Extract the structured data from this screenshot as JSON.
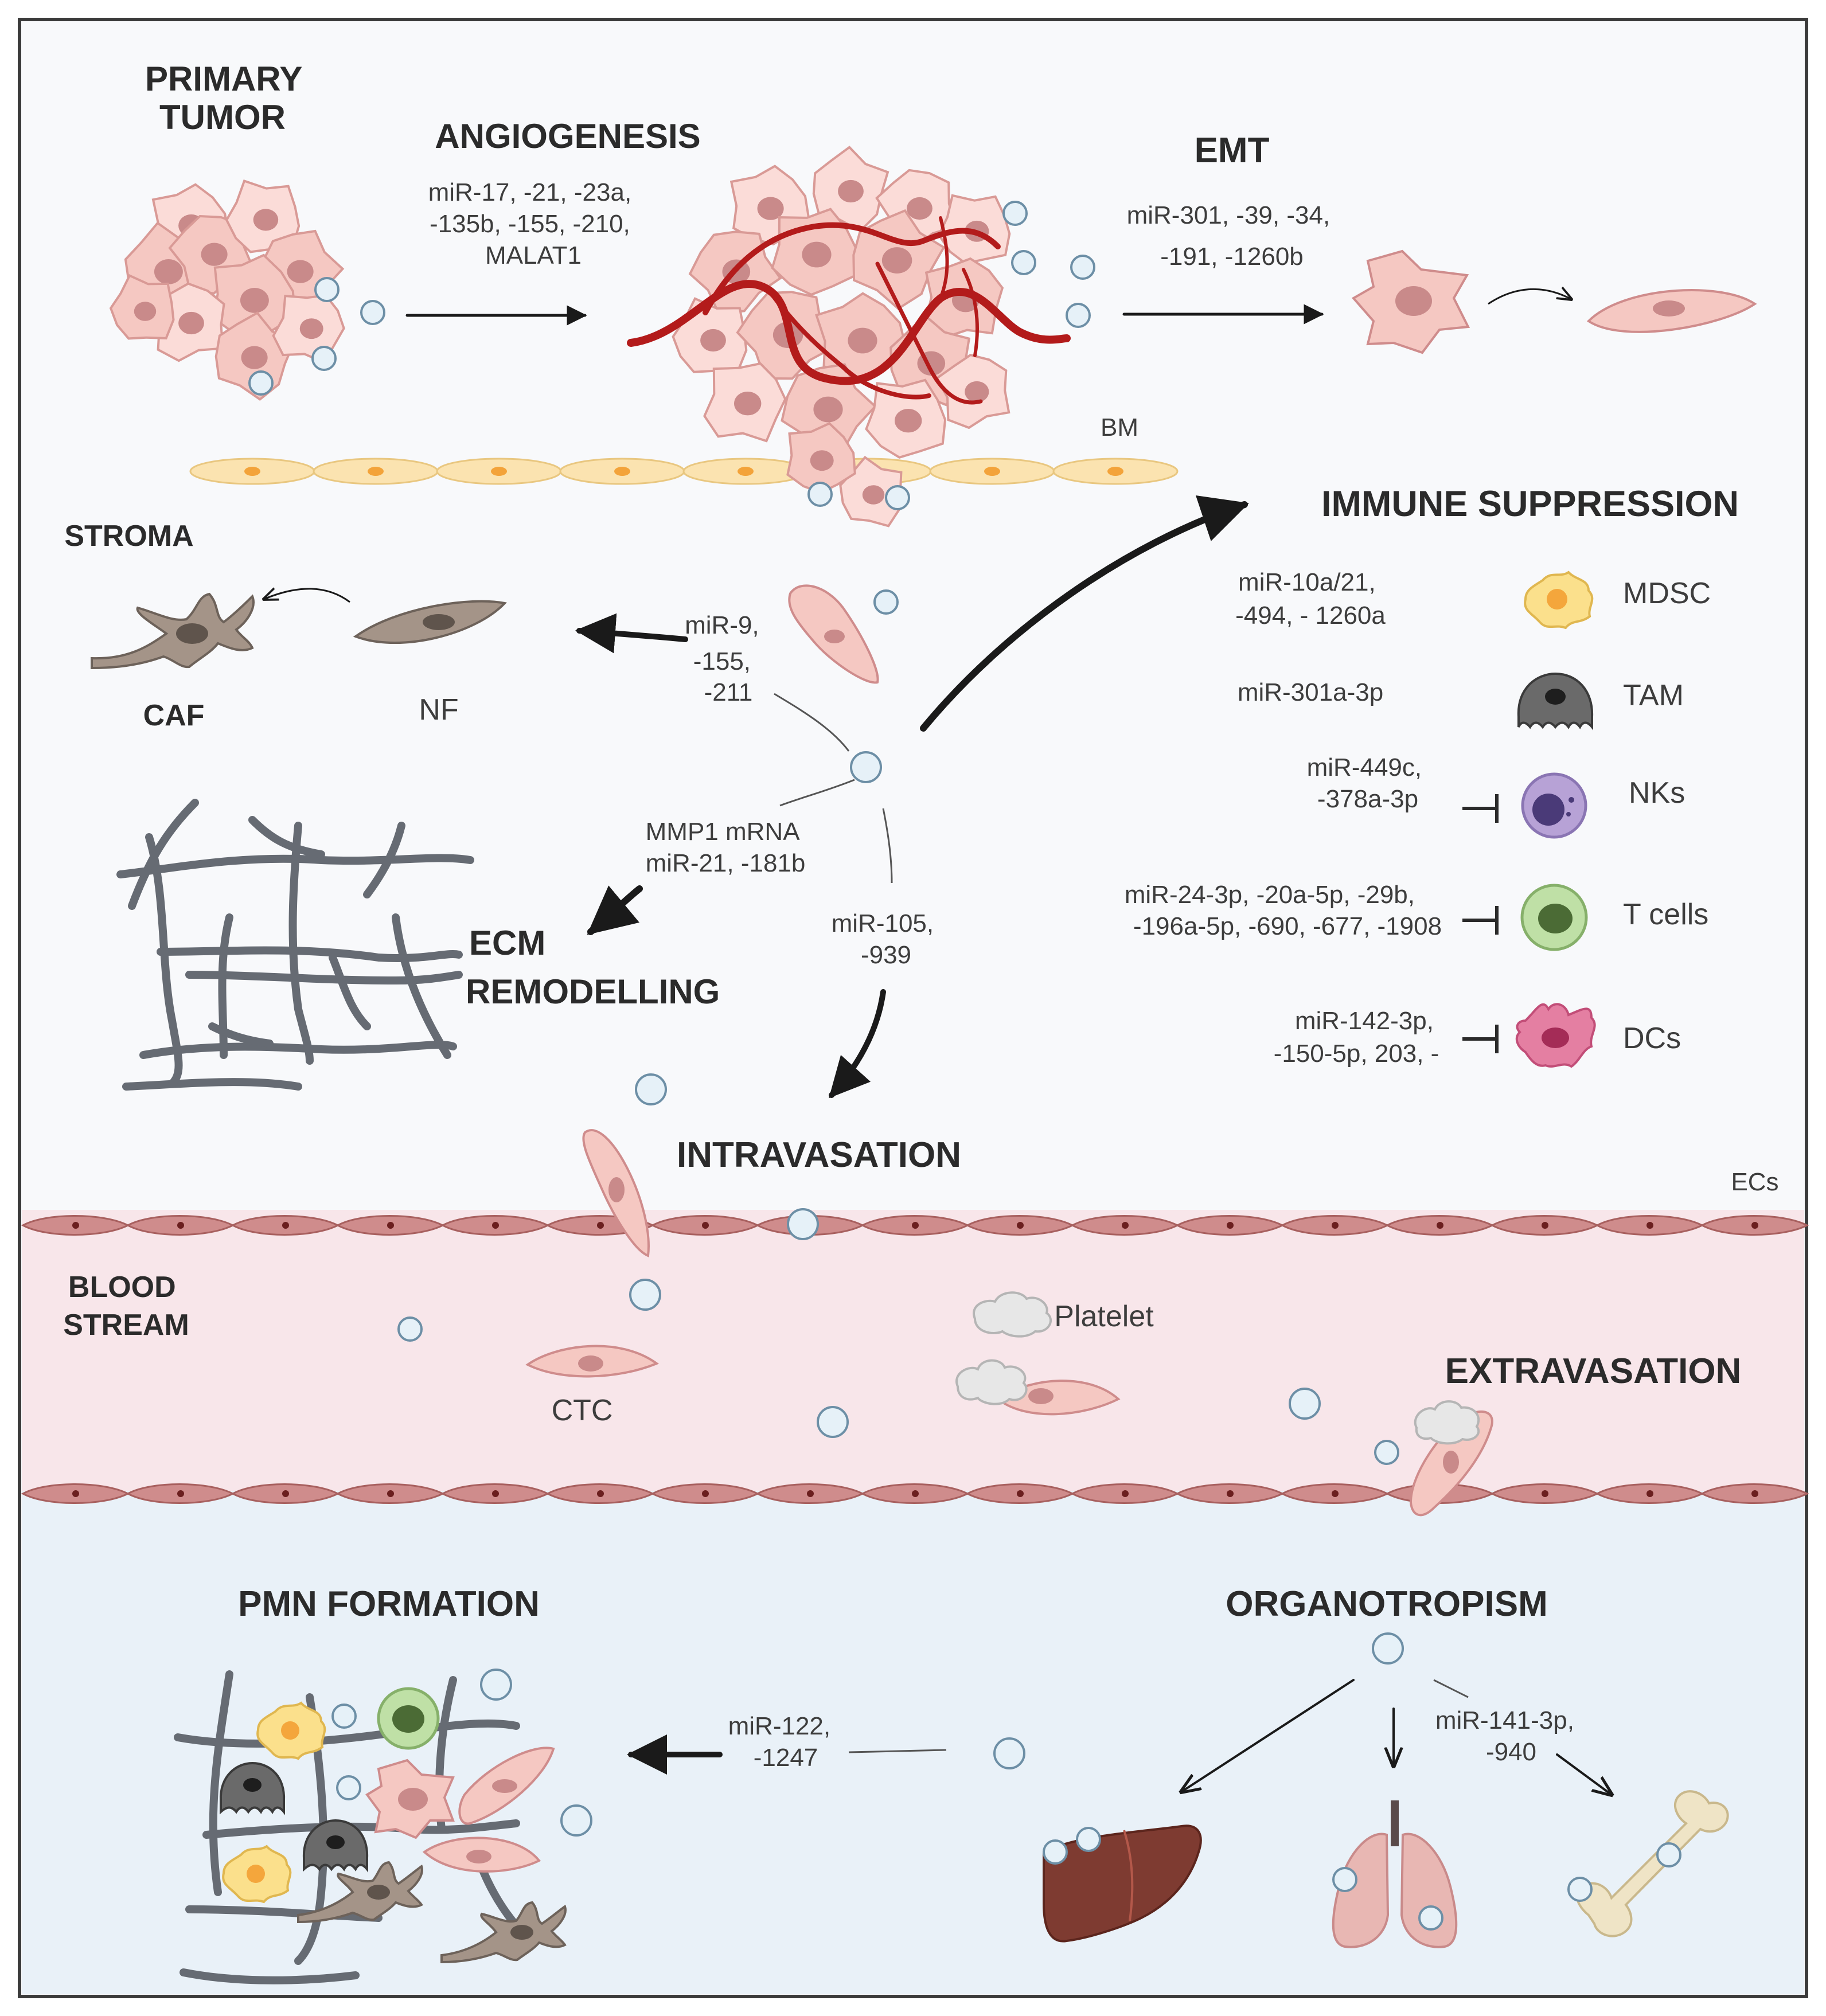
{
  "sections": {
    "primary_tumor": [
      "PRIMARY",
      "TUMOR"
    ],
    "angiogenesis": "ANGIOGENESIS",
    "emt": "EMT",
    "stroma": "STROMA",
    "immune_suppression": "IMMUNE SUPPRESSION",
    "ecm_remodelling": [
      "ECM",
      "REMODELLING"
    ],
    "intravasation": "INTRAVASATION",
    "blood_stream": [
      "BLOOD",
      "STREAM"
    ],
    "extravasation": "EXTRAVASATION",
    "pmn_formation": "PMN FORMATION",
    "organotropism": "ORGANOTROPISM"
  },
  "labels": {
    "bm": "BM",
    "caf": "CAF",
    "nf": "NF",
    "ecs": "ECs",
    "platelet": "Platelet",
    "ctc": "CTC"
  },
  "mirnas": {
    "angiogenesis": [
      "miR-17, -21, -23a,",
      "-135b, -155, -210,",
      "MALAT1"
    ],
    "emt": [
      "miR-301, -39, -34,",
      "-191, -1260b"
    ],
    "stroma": [
      "miR-9,",
      "-155,",
      "-211"
    ],
    "ecm": [
      "MMP1 mRNA",
      "miR-21, -181b"
    ],
    "intravasation": [
      "miR-105,",
      "-939"
    ],
    "pmn": [
      "miR-122,",
      "-1247"
    ],
    "organotropism": [
      "miR-141-3p,",
      "-940"
    ]
  },
  "immune_cells": [
    {
      "name": "MDSC",
      "mirna": [
        "miR-10a/21,",
        "-494, - 1260a"
      ],
      "inhibit": false
    },
    {
      "name": "TAM",
      "mirna": [
        "miR-301a-3p"
      ],
      "inhibit": false
    },
    {
      "name": "NKs",
      "mirna": [
        "miR-449c,",
        "-378a-3p"
      ],
      "inhibit": true
    },
    {
      "name": "T cells",
      "mirna": [
        "miR-24-3p, -20a-5p, -29b,",
        "-196a-5p, -690, -677, -1908"
      ],
      "inhibit": true
    },
    {
      "name": "DCs",
      "mirna": [
        "miR-142-3p,",
        "-150-5p, 203, -"
      ],
      "inhibit": true
    }
  ],
  "colors": {
    "tumor_cell": "#f5c8c2",
    "tumor_nucleus": "#c98a8a",
    "vessel": "#b31b1b",
    "exosome_fill": "#e6f1f8",
    "exosome_stroke": "#6d8fa6",
    "endothelium": "#cf8c8c",
    "bloodstream_bg": "#f8e6ea",
    "pmn_bg": "#e9f1f8",
    "bm": "#fbe3b0",
    "fibroblast": "#a49488",
    "ecm_fiber": "#666b73",
    "mdsc": "#fbe08c",
    "tam": "#6a6a6a",
    "nk": "#b7a2d6",
    "tcell": "#bfe0a6",
    "dc": "#e47fa2",
    "liver": "#7e3b31",
    "lung": "#e8b7b3",
    "bone": "#efe4c6"
  }
}
